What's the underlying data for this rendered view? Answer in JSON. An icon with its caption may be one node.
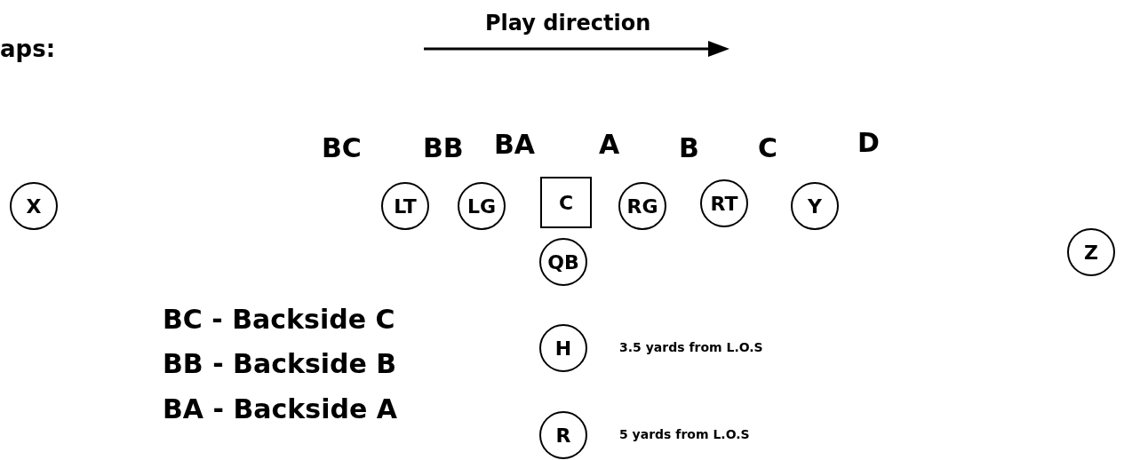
{
  "diagram": {
    "nodes": [
      {
        "text": [
          "X"
        ]
      },
      {
        "text": [
          "LT"
        ]
      },
      {
        "text": [
          "LG"
        ]
      },
      {
        "text": [
          "C"
        ]
      },
      {
        "text": [
          "RG"
        ]
      },
      {
        "text": [
          "RT"
        ]
      },
      {
        "text": [
          "Y"
        ]
      },
      {
        "text": [
          "QB"
        ]
      },
      {
        "text": [
          "Z"
        ]
      },
      {
        "text": [
          "H"
        ],
        "beside": [
          "3.5 yards from L.O.S"
        ]
      },
      {
        "text": [
          "R"
        ],
        "beside": [
          "5 yards from L.O.S"
        ]
      }
    ],
    "edges": [],
    "labels": [
      "aps:",
      "Play direction",
      "BC",
      "BB",
      "BA",
      "A",
      "B",
      "C",
      "D",
      "BC - Backside C",
      "BB - Backside B",
      "BA - Backside A"
    ]
  }
}
